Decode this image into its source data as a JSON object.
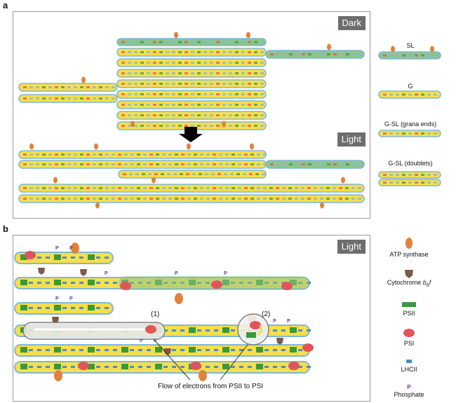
{
  "panel_a": {
    "letter": "a",
    "dark_tag": "Dark",
    "light_tag": "Light"
  },
  "panel_b": {
    "letter": "b",
    "light_tag": "Light",
    "callout_1": "(1)",
    "callout_2": "(2)",
    "flow_caption": "Flow of electrons from PSII to PSI",
    "phosphate_letter": "P"
  },
  "legend_a": {
    "sl": "SL",
    "g": "G",
    "g_sl_ends": "G-SL (grana ends)",
    "g_sl_doublets": "G-SL (doublets)"
  },
  "legend_b": {
    "atp": "ATP synthase",
    "cyt_prefix": "Cytochrome ",
    "cyt_b": "b",
    "cyt_sub": "6",
    "cyt_f": "f",
    "psii": "PSII",
    "psi": "PSI",
    "lhcii": "LHCII",
    "phosphate_letter": "P",
    "phosphate": "Phosphate"
  },
  "colors": {
    "grana_yellow": "#f5df4a",
    "stroma_green": "#8fc48a",
    "membrane_blue": "#7fb7d9",
    "psii_green": "#3a9a3a",
    "psi_red": "#e0555a",
    "atp_orange": "#e0823a",
    "cyt_brown": "#7a5a48",
    "lhcii_blue": "#4a8fc4",
    "phosphate_purple": "#5a3aa0",
    "tag_gray": "#6d6d6d"
  }
}
